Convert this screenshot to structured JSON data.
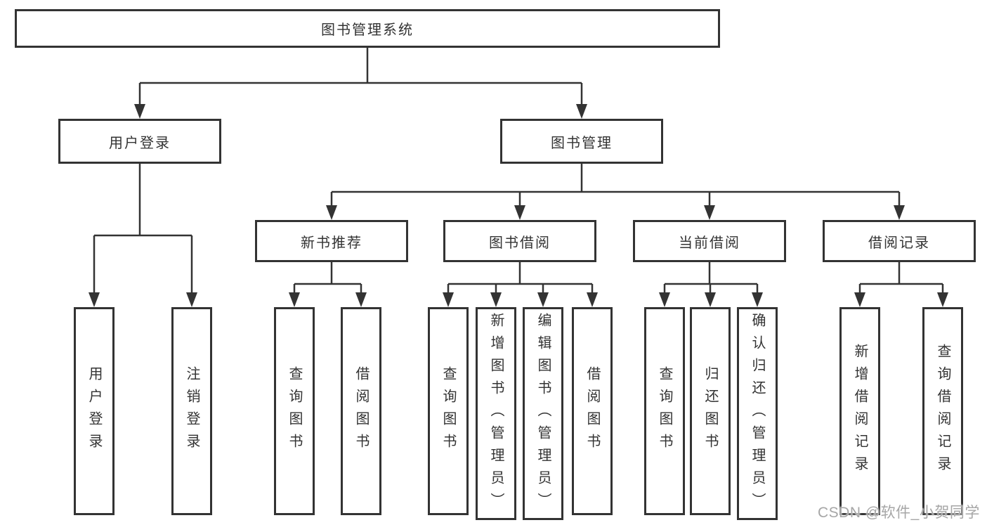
{
  "diagram": {
    "root": {
      "label": "图书管理系统"
    },
    "branches": [
      {
        "label": "用户登录",
        "children": [
          {
            "label": "用户登录"
          },
          {
            "label": "注销登录"
          }
        ]
      },
      {
        "label": "图书管理",
        "groups": [
          {
            "label": "新书推荐",
            "children": [
              {
                "label": "查询图书"
              },
              {
                "label": "借阅图书"
              }
            ]
          },
          {
            "label": "图书借阅",
            "children": [
              {
                "label": "查询图书"
              },
              {
                "label": "新增图书（管理员）"
              },
              {
                "label": "编辑图书（管理员）"
              },
              {
                "label": "借阅图书"
              }
            ]
          },
          {
            "label": "当前借阅",
            "children": [
              {
                "label": "查询图书"
              },
              {
                "label": "归还图书"
              },
              {
                "label": "确认归还（管理员）"
              }
            ]
          },
          {
            "label": "借阅记录",
            "children": [
              {
                "label": "新增借阅记录"
              },
              {
                "label": "查询借阅记录"
              }
            ]
          }
        ]
      }
    ]
  },
  "watermark": {
    "text": "CSDN @软件_小贺同学"
  },
  "colors": {
    "line": "#333333",
    "text": "#333333",
    "box_background": "#ffffff",
    "page_background": "#ffffff",
    "watermark": "#a6a6a6"
  }
}
